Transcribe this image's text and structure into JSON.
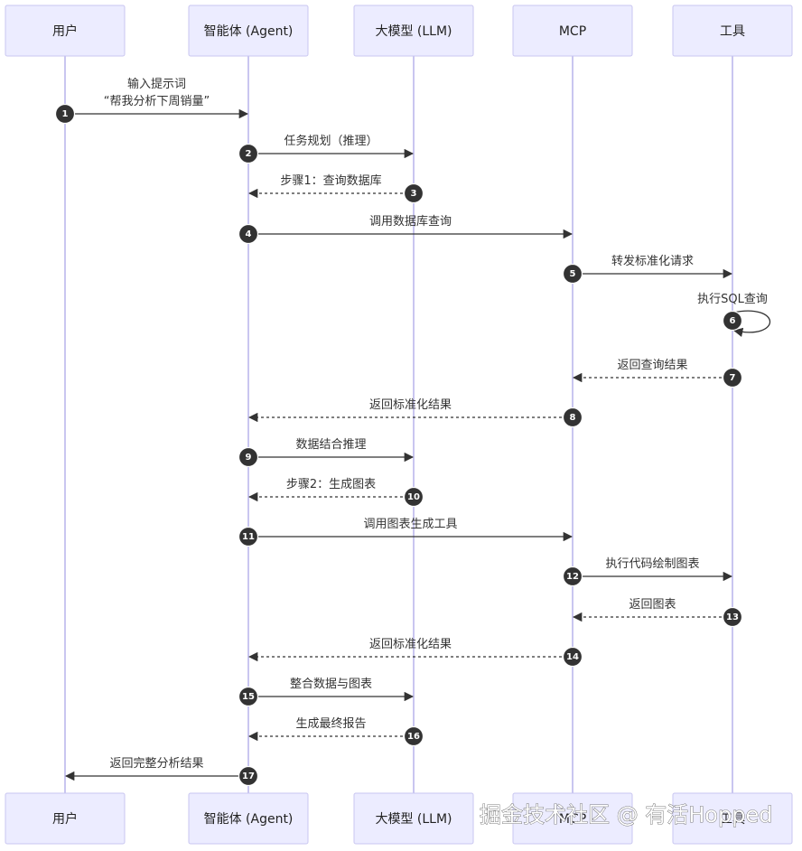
{
  "actors": [
    {
      "id": "user",
      "label": "用户"
    },
    {
      "id": "agent",
      "label": "智能体 (Agent)"
    },
    {
      "id": "llm",
      "label": "大模型 (LLM)"
    },
    {
      "id": "mcp",
      "label": "MCP"
    },
    {
      "id": "tool",
      "label": "工具"
    }
  ],
  "messages": [
    {
      "num": "1",
      "from": "user",
      "to": "agent",
      "lines": [
        "输入提示词",
        "“帮我分析下周销量”"
      ],
      "style": "solid"
    },
    {
      "num": "2",
      "from": "agent",
      "to": "llm",
      "lines": [
        "任务规划（推理）"
      ],
      "style": "solid"
    },
    {
      "num": "3",
      "from": "llm",
      "to": "agent",
      "lines": [
        "步骤1：查询数据库"
      ],
      "style": "dashed"
    },
    {
      "num": "4",
      "from": "agent",
      "to": "mcp",
      "lines": [
        "调用数据库查询"
      ],
      "style": "solid"
    },
    {
      "num": "5",
      "from": "mcp",
      "to": "tool",
      "lines": [
        "转发标准化请求"
      ],
      "style": "solid"
    },
    {
      "num": "6",
      "from": "tool",
      "to": "tool",
      "lines": [
        "执行SQL查询"
      ],
      "style": "solid"
    },
    {
      "num": "7",
      "from": "tool",
      "to": "mcp",
      "lines": [
        "返回查询结果"
      ],
      "style": "dashed"
    },
    {
      "num": "8",
      "from": "mcp",
      "to": "agent",
      "lines": [
        "返回标准化结果"
      ],
      "style": "dashed"
    },
    {
      "num": "9",
      "from": "agent",
      "to": "llm",
      "lines": [
        "数据结合推理"
      ],
      "style": "solid"
    },
    {
      "num": "10",
      "from": "llm",
      "to": "agent",
      "lines": [
        "步骤2：生成图表"
      ],
      "style": "dashed"
    },
    {
      "num": "11",
      "from": "agent",
      "to": "mcp",
      "lines": [
        "调用图表生成工具"
      ],
      "style": "solid"
    },
    {
      "num": "12",
      "from": "mcp",
      "to": "tool",
      "lines": [
        "执行代码绘制图表"
      ],
      "style": "solid"
    },
    {
      "num": "13",
      "from": "tool",
      "to": "mcp",
      "lines": [
        "返回图表"
      ],
      "style": "dashed"
    },
    {
      "num": "14",
      "from": "mcp",
      "to": "agent",
      "lines": [
        "返回标准化结果"
      ],
      "style": "dashed"
    },
    {
      "num": "15",
      "from": "agent",
      "to": "llm",
      "lines": [
        "整合数据与图表"
      ],
      "style": "solid"
    },
    {
      "num": "16",
      "from": "llm",
      "to": "agent",
      "lines": [
        "生成最终报告"
      ],
      "style": "dashed"
    },
    {
      "num": "17",
      "from": "agent",
      "to": "user",
      "lines": [
        "返回完整分析结果"
      ],
      "style": "solid"
    }
  ],
  "watermark": "掘金技术社区 @ 有活Hopped"
}
